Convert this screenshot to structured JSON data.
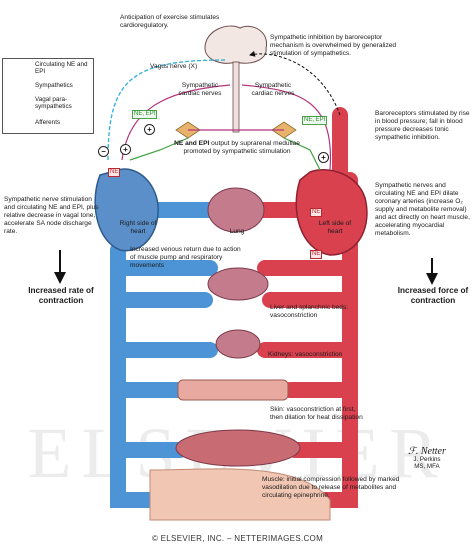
{
  "legend": {
    "items": [
      {
        "label": "Circulating NE and EPI",
        "color": "#3fa33f"
      },
      {
        "label": "Sympathetics",
        "color": "#b5357d"
      },
      {
        "label": "Vagal para-sympathetics",
        "color": "#3bb4d9"
      },
      {
        "label": "Afferents",
        "color": "#111111"
      }
    ]
  },
  "labels": {
    "anticipation": "Anticipation of exercise stimulates cardioregulatory.",
    "vagus": "Vagus nerve (X)",
    "symp_inhibition": "Sympathetic inhibition by baroreceptor mechanism is overwhelmed by generalized stimulation of sympathetics.",
    "symp_cardiac_left": "Sympathetic cardiac nerves",
    "symp_cardiac_right": "Sympathetic cardiac nerves",
    "baroreceptors": "Baroreceptors stimulated by rise in blood pressure; fall in blood pressure decreases tonic sympathetic inhibition.",
    "ne_epi_output_bold": "NE and EPI",
    "ne_epi_output": "output by suprarenal medullae promoted by sympathetic stimulation",
    "symp_nerve_stim": "Sympathetic nerve stimulation and circulating NE and EPI, plus relative decrease in vagal tone, accelerate SA node discharge rate.",
    "right_heart": "Right side of heart",
    "lung": "Lung",
    "left_heart": "Left side of heart",
    "symp_dilate": "Sympathetic nerves and circulating NE and EPI dilate coronary arteries (increase O₂ supply and metabolite removal) and act directly on heart muscle, accelerating myocardial metabolism.",
    "increased_rate": "Increased rate of contraction",
    "increased_force": "Increased force of contraction",
    "venous_return": "Increased venous return due to action of muscle pump and respiratory movements",
    "liver": "Liver and splanchnic beds: vasoconstriction",
    "kidneys": "Kidneys: vasoconstriction",
    "skin": "Skin: vasoconstriction at first, then dilation for heat dissipation",
    "muscle": "Muscle: initial compression followed by marked vasodilation due to release of metabolites and circulating epinephrine."
  },
  "tags": {
    "ne_epi_left": "NE, EPI",
    "ne_epi_right": "NE, EPI",
    "ne_1": "NE",
    "ne_2": "NE",
    "ne_3": "NE",
    "minus": "−",
    "plus_1": "+",
    "plus_2": "+",
    "plus_3": "+"
  },
  "watermark": "ELSEVIER",
  "signature": {
    "name": "J. Perkins",
    "credentials": "MS, MFA"
  },
  "footer": "© ELSEVIER, INC. – NETTERIMAGES.COM",
  "colors": {
    "venous": "#4d94d6",
    "arterial": "#d9414f",
    "sympathetic": "#b5357d",
    "vagal": "#3bb4d9",
    "circulating": "#3fa33f"
  }
}
